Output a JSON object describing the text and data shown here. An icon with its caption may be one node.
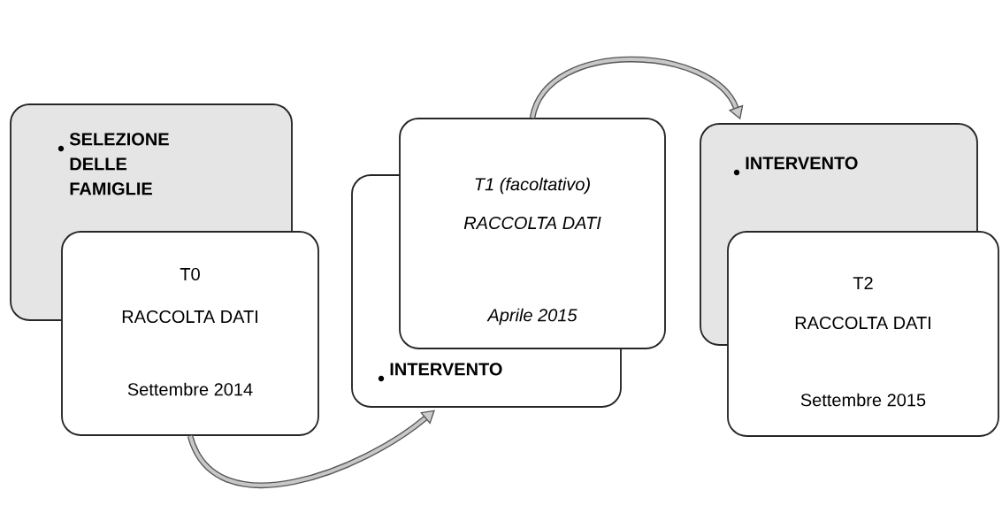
{
  "diagram": {
    "nodes": [
      {
        "text": [
          "SELEZIONE DELLE FAMIGLIE"
        ]
      },
      {
        "text": [
          "T0",
          "RACCOLTA DATI",
          "Settembre 2014"
        ]
      },
      {
        "text": [
          "INTERVENTO"
        ]
      },
      {
        "text": [
          "T1 (facoltativo)",
          "RACCOLTA DATI",
          "Aprile 2015"
        ]
      },
      {
        "text": [
          "INTERVENTO"
        ]
      },
      {
        "text": [
          "T2",
          "RACCOLTA DATI",
          "Settembre 2015"
        ]
      }
    ],
    "edges": [
      {
        "from": 1,
        "to": 2,
        "arrow": "to"
      },
      {
        "from": 3,
        "to": 4,
        "arrow": "to"
      }
    ]
  }
}
